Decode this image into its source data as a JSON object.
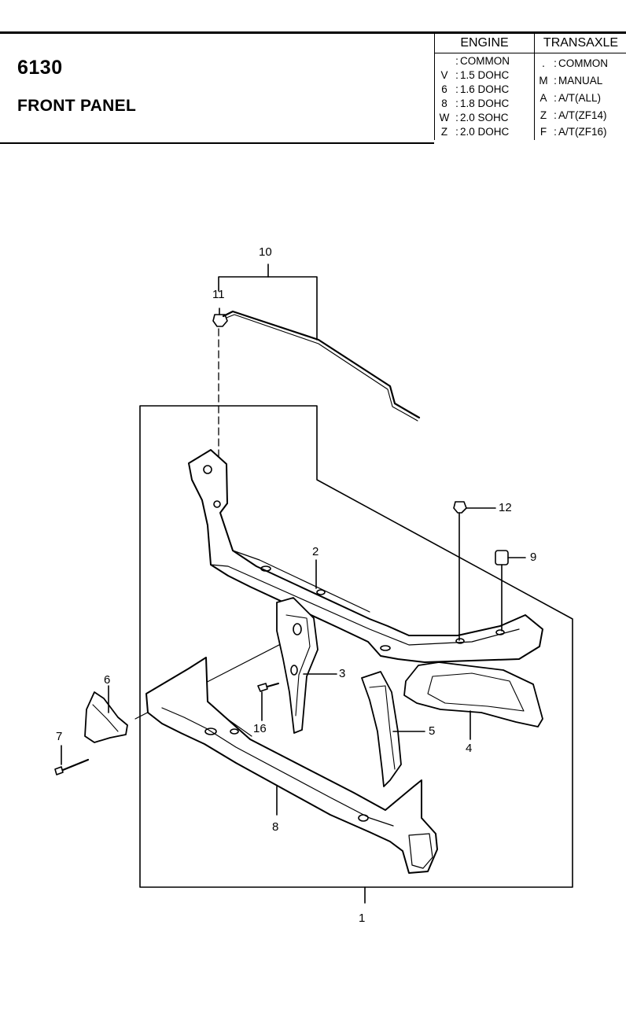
{
  "header": {
    "code": "6130",
    "title": "FRONT PANEL"
  },
  "engine_table": {
    "heading": "ENGINE",
    "rows": [
      {
        "key": "",
        "value": "COMMON"
      },
      {
        "key": "V",
        "value": "1.5 DOHC"
      },
      {
        "key": "6",
        "value": "1.6 DOHC"
      },
      {
        "key": "8",
        "value": "1.8 DOHC"
      },
      {
        "key": "W",
        "value": "2.0 SOHC"
      },
      {
        "key": "Z",
        "value": "2.0 DOHC"
      }
    ]
  },
  "transaxle_table": {
    "heading": "TRANSAXLE",
    "rows": [
      {
        "key": ".",
        "value": "COMMON"
      },
      {
        "key": "M",
        "value": "MANUAL"
      },
      {
        "key": "A",
        "value": "A/T(ALL)"
      },
      {
        "key": "Z",
        "value": "A/T(ZF14)"
      },
      {
        "key": "F",
        "value": "A/T(ZF16)"
      }
    ]
  },
  "callouts": [
    "1",
    "2",
    "3",
    "4",
    "5",
    "6",
    "7",
    "8",
    "9",
    "10",
    "11",
    "12",
    "16"
  ]
}
